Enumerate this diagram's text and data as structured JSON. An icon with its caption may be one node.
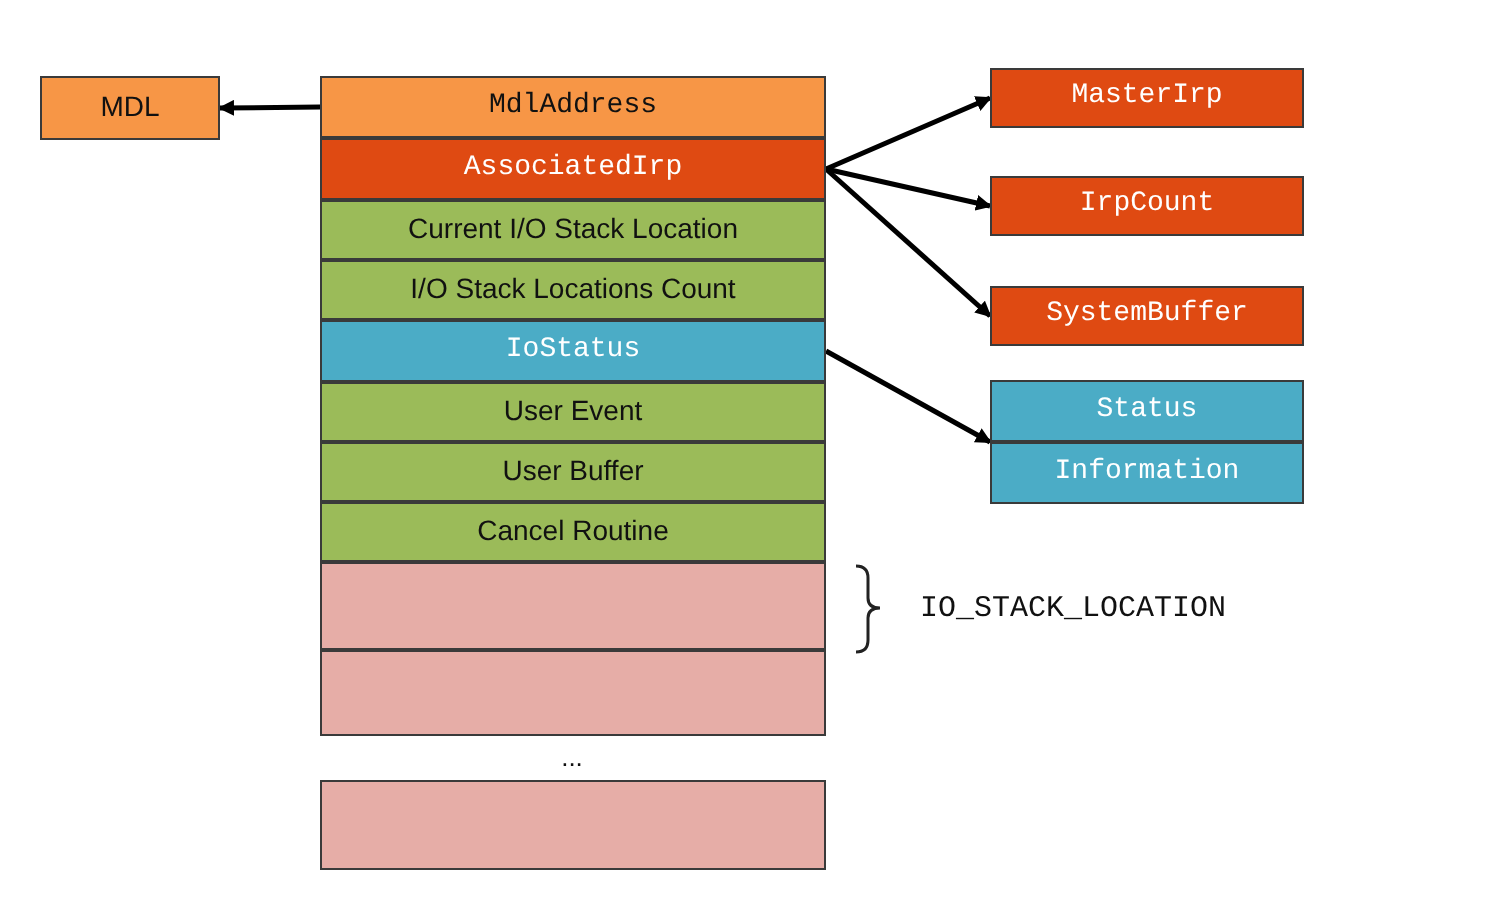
{
  "diagram": {
    "nodes": [
      {
        "text": [
          "MDL"
        ]
      },
      {
        "text": [
          "MdlAddress"
        ]
      },
      {
        "text": [
          "AssociatedIrp"
        ]
      },
      {
        "text": [
          "Current I/O Stack Location"
        ]
      },
      {
        "text": [
          "I/O Stack Locations Count"
        ]
      },
      {
        "text": [
          "IoStatus"
        ]
      },
      {
        "text": [
          "User Event"
        ]
      },
      {
        "text": [
          "User Buffer"
        ]
      },
      {
        "text": [
          "Cancel Routine"
        ]
      },
      {
        "text": [],
        "shape": "box"
      },
      {
        "text": [],
        "shape": "box"
      },
      {
        "text": [],
        "shape": "box"
      },
      {
        "text": [
          "MasterIrp"
        ]
      },
      {
        "text": [
          "IrpCount"
        ]
      },
      {
        "text": [
          "SystemBuffer"
        ]
      },
      {
        "text": [],
        "shape": "box"
      },
      {
        "text": [
          "Status"
        ],
        "in": 15
      },
      {
        "text": [
          "Information"
        ],
        "in": 15
      }
    ],
    "edges": [
      {
        "from": 1,
        "to": 0,
        "arrow": "to"
      },
      {
        "from": 2,
        "to": 12,
        "arrow": "to"
      },
      {
        "from": 2,
        "to": 13,
        "arrow": "to"
      },
      {
        "from": 2,
        "to": 14,
        "arrow": "to"
      },
      {
        "from": 5,
        "to": 15,
        "arrow": "to"
      }
    ],
    "labels": [
      "IO_STACK_LOCATION",
      "..."
    ]
  }
}
